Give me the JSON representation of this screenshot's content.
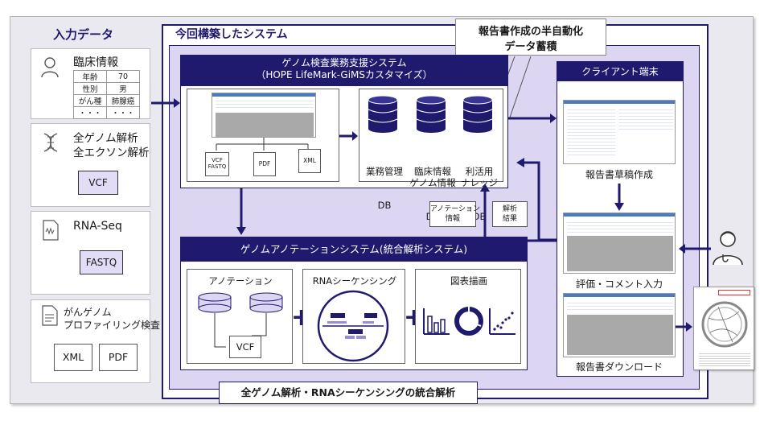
{
  "input": {
    "title": "入力データ",
    "clinical": {
      "title": "臨床情報",
      "rows": [
        [
          "年齢",
          "70"
        ],
        [
          "性別",
          "男"
        ],
        [
          "がん種",
          "肺腺癌"
        ],
        [
          "・・・",
          "・・・"
        ]
      ]
    },
    "wgs": {
      "line1": "全ゲノム解析",
      "line2": "全エクソン解析",
      "file": "VCF"
    },
    "rna": {
      "title": "RNA-Seq",
      "file": "FASTQ"
    },
    "panel": {
      "line1": "がんゲノム",
      "line2": "プロファイリング検査",
      "file1": "XML",
      "file2": "PDF"
    }
  },
  "system": {
    "title": "今回構築したシステム",
    "callout": {
      "line1": "報告書作成の半自動化",
      "line2": "データ蓄積"
    },
    "hope": {
      "line1": "ゲノム検査業務支援システム",
      "line2": "（HOPE LifeMark-GiMSカスタマイズ）",
      "docs": [
        "VCF\nFASTQ",
        "PDF",
        "XML"
      ],
      "db": [
        {
          "l1": "業務管理",
          "l2": "DB"
        },
        {
          "l1": "臨床情報\nゲノム情報",
          "l2": "DB"
        },
        {
          "l1": "利活用\nナレッジ",
          "l2": "DB"
        }
      ]
    },
    "notes": {
      "annotation": "アノテーション\n情報",
      "result": "解析\n結果"
    },
    "annot": {
      "title": "ゲノムアノテーションシステム(統合解析システム)",
      "sub1": "アノテーション",
      "sub1_file": "VCF",
      "sub2": "RNAシーケンシング",
      "sub3": "図表描画"
    },
    "footer": "全ゲノム解析・RNAシーケンシングの統合解析"
  },
  "client": {
    "title": "クライアント端末",
    "step1": "報告書草稿作成",
    "step2": "評価・コメント入力",
    "step3": "報告書ダウンロード"
  },
  "colors": {
    "navy": "#1f1a6e",
    "lavender": "#dcd6f3",
    "panel": "#e9e9ef"
  }
}
